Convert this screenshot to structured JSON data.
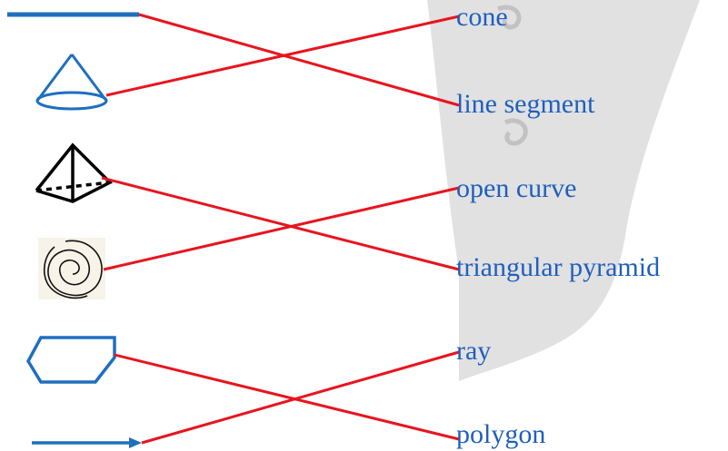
{
  "terms": [
    "cone",
    "line segment",
    "open curve",
    "triangular pyramid",
    "ray",
    "polygon"
  ],
  "shapes": [
    {
      "name": "line-segment-shape",
      "matches": "line segment"
    },
    {
      "name": "cone-shape",
      "matches": "cone"
    },
    {
      "name": "triangular-pyramid-shape",
      "matches": "triangular pyramid"
    },
    {
      "name": "open-curve-shape",
      "matches": "open curve"
    },
    {
      "name": "polygon-shape",
      "matches": "polygon"
    },
    {
      "name": "ray-shape",
      "matches": "ray"
    }
  ],
  "colors": {
    "label_blue": "#1f5fbf",
    "shape_blue": "#1f6fbf",
    "connector_red": "#e8141e",
    "watermark_gray": "#dcdcdc"
  }
}
